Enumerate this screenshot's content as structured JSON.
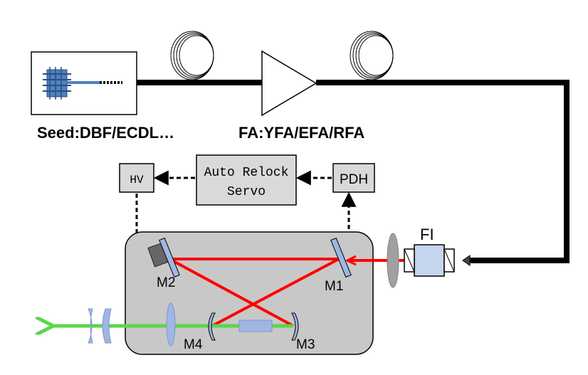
{
  "labels": {
    "seed": "Seed:DBF/ECDL…",
    "amplifier": "FA:YFA/EFA/RFA",
    "hv": "HV",
    "servo_line1": "Auto Relock",
    "servo_line2": "Servo",
    "pdh": "PDH",
    "fi": "FI",
    "m1": "M1",
    "m2": "M2",
    "m3": "M3",
    "m4": "M4"
  },
  "colors": {
    "fiber": "#000000",
    "red_beam": "#ff0000",
    "green_beam": "#5ad64a",
    "cavity_fill": "#c8c8c8",
    "box_fill": "#d9d9d9",
    "optic_blue": "#9fb6e3",
    "seed_blue": "#4f81bd"
  },
  "icons": [
    "laser-diode-icon",
    "fiber-coil-icon",
    "amplifier-triangle-icon",
    "lens-icon",
    "mirror-icon",
    "crystal-icon",
    "arrow-icon"
  ]
}
